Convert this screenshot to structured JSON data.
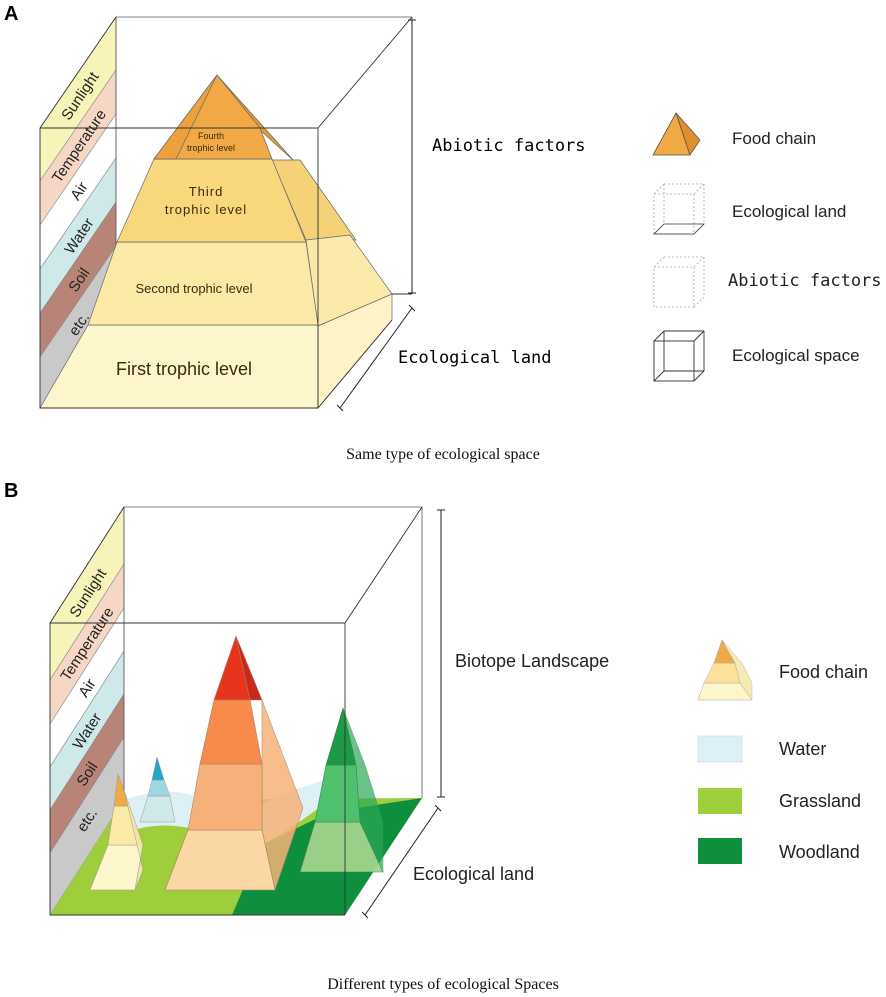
{
  "panel_a": {
    "letter": "A",
    "caption": "Same type of ecological space",
    "strip_labels": [
      "Sunlight",
      "Temperature",
      "Air",
      "Water",
      "Soil",
      "etc."
    ],
    "pyramid_levels": {
      "fourth_line1": "Fourth",
      "fourth_line2": "trophic level",
      "third_line1": "Third",
      "third_line2": "trophic level",
      "second": "Second trophic level",
      "first": "First trophic level"
    },
    "dimension_labels": {
      "vertical": "Abiotic factors",
      "depth": "Ecological land"
    },
    "legend": [
      {
        "icon": "pyramid-icon",
        "label": "Food chain"
      },
      {
        "icon": "cube-bottom-icon",
        "label": "Ecological land"
      },
      {
        "icon": "cube-dotted-icon",
        "label": "Abiotic factors"
      },
      {
        "icon": "cube-solid-icon",
        "label": "Ecological space"
      }
    ]
  },
  "panel_b": {
    "letter": "B",
    "caption": "Different types of ecological Spaces",
    "strip_labels": [
      "Sunlight",
      "Temperature",
      "Air",
      "Water",
      "Soil",
      "etc."
    ],
    "dimension_labels": {
      "vertical": "Biotope Landscape",
      "depth": "Ecological land"
    },
    "legend": [
      {
        "icon": "food-chain-pyramid-icon",
        "label": "Food chain"
      },
      {
        "icon": "water-swatch-icon",
        "label": "Water",
        "color": "#dcf0f5"
      },
      {
        "icon": "grassland-swatch-icon",
        "label": "Grassland",
        "color": "#9fce3c"
      },
      {
        "icon": "woodland-swatch-icon",
        "label": "Woodland",
        "color": "#0e8f3e"
      }
    ]
  },
  "colors": {
    "sunlight": "#f6f4b8",
    "temperature": "#f6d6c4",
    "air": "#ffffff",
    "water": "#cfe9ea",
    "soil": "#b98478",
    "etc": "#c9c9c9",
    "food_chain_orange": "#f1a945"
  }
}
